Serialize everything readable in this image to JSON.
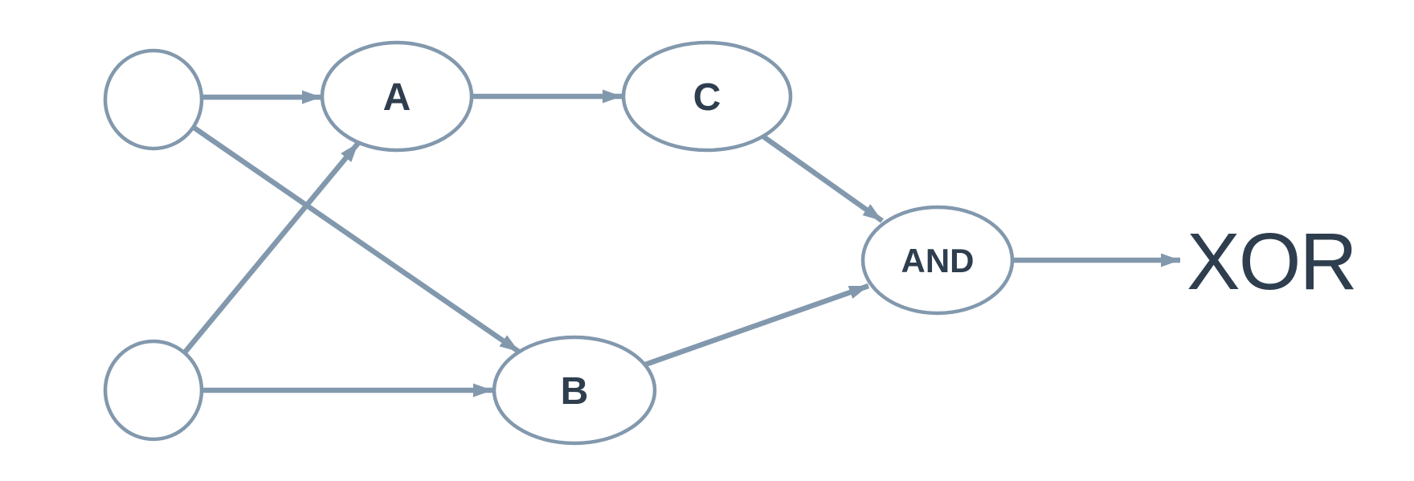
{
  "diagram": {
    "type": "graph",
    "description": "Logic-gate / neural style diagram computing XOR from two inputs via nodes A, B, C and an AND node",
    "background": "#ffffff",
    "colors": {
      "stroke": "#8298ad",
      "node_fill": "#ffffff",
      "label_text": "#2e3e4e",
      "output_text": "#2e3e4e"
    },
    "nodes": {
      "input1": {
        "id": "input-1",
        "label": "",
        "shape": "circle"
      },
      "input2": {
        "id": "input-2",
        "label": "",
        "shape": "circle"
      },
      "a": {
        "id": "a",
        "label": "A",
        "shape": "ellipse"
      },
      "b": {
        "id": "b",
        "label": "B",
        "shape": "ellipse"
      },
      "c": {
        "id": "c",
        "label": "C",
        "shape": "ellipse"
      },
      "and": {
        "id": "and",
        "label": "AND",
        "shape": "ellipse"
      }
    },
    "output": {
      "label": "XOR"
    },
    "edges": [
      {
        "from": "input-1",
        "to": "a"
      },
      {
        "from": "input-1",
        "to": "b"
      },
      {
        "from": "input-2",
        "to": "a"
      },
      {
        "from": "input-2",
        "to": "b"
      },
      {
        "from": "a",
        "to": "c"
      },
      {
        "from": "c",
        "to": "and"
      },
      {
        "from": "b",
        "to": "and"
      },
      {
        "from": "and",
        "to": "output"
      }
    ]
  }
}
